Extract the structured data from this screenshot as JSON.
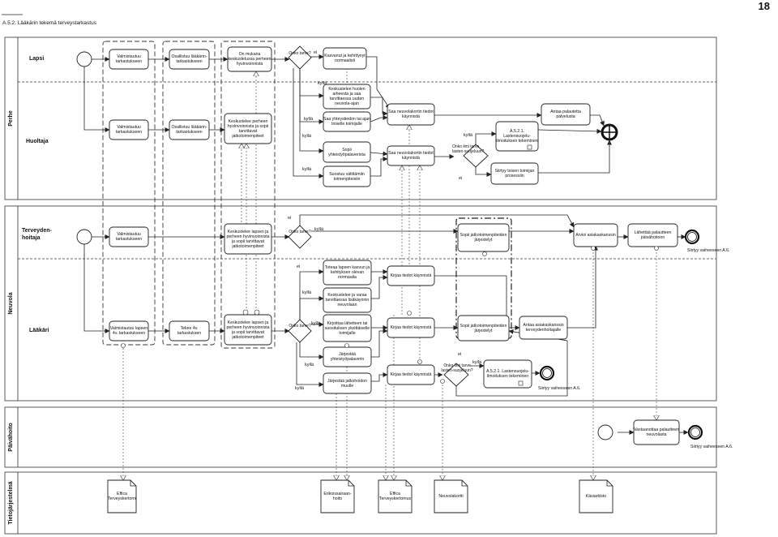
{
  "header": {
    "page_number": "18",
    "caption": "A.5.2. Lääkärin tekemä terveystarkastus"
  },
  "pools": {
    "perhe": "Perhe",
    "neuvola": "Neuvola",
    "paivahoito": "Päivähoito",
    "tietojarjestelma": "Tietojärjestelmä"
  },
  "lanes": {
    "lapsi": "Lapsi",
    "huoltaja": "Huoltaja",
    "terveydenhoitaja": "Terveyden-hoitaja",
    "laakari": "Lääkäri"
  },
  "tasks": {
    "lapsi_valmistautuu": "Valmistautuu tarkastukseen",
    "lapsi_osallistuu": "Osallistuu lääkärin-tarkastukseen",
    "lapsi_mukana": "On mukana keskustelussa perheen hyvinvoinnista",
    "kasvanut": "Kasvanut ja kehittynyt normaalisti",
    "huoltaja_valmistautuu": "Valmistautuu tarkastukseen",
    "huoltaja_osallistuu": "Osallistuu lääkärin-tarkastukseen",
    "huoltaja_keskustelee": "Keskustelee perheen hyvinvoinnista ja sopii tarvittavat jatkotoimenpiteet",
    "keskustelee_huolen": "Keskustelee huolen aiheesta ja saa tarvittaessa uuden neuvola-ajan",
    "saa_yhteystiedon": "Saa yhteystiedon tai ajan toiselle toimijalle",
    "sopii_yhteistyo": "Sopii yhteistyöpalaverista",
    "suostuu": "Suostuu välittämiin toimenpiteisiin",
    "saa_neuvola_1": "Saa neuvolakortin tiedot käynnistä",
    "saa_neuvola_2": "Saa neuvolakortin tiedot käynnistä",
    "antaa_palautetta": "Antaa palautetta palvelusta",
    "lastensuojelu_1": "A.5.2.1. Lastensuojelu-ilmoituksen tekeminen",
    "siirtyy_toisen": "Siirtyy toisen toimijan prosessiin",
    "th_valmistautuu": "Valmistautuu tarkastukseen",
    "th_keskustelee": "Keskustelee lapsen ja perheen hyvinvoinnista ja sopii tarvittavat jatkotoimenpiteet",
    "th_sopii": "Sopii jatkotoimenpiteiden järjestelyt",
    "arvioi": "Arvioi asiakaskanssin",
    "lahettaa": "Lähettää palautteen päivähoitoon",
    "laakari_valmistautuu": "Valmistautuu lapsen 4v. tarkastukseen",
    "tekee": "Tekee 4v. tarkastuksen",
    "laakari_keskustelee": "Keskustelee lapsen ja perheen hyvinvoinnista ja sopii tarvittavat jatkotoimenpiteet",
    "toteaa": "Toteaa lapsen kasvun ja kehityksen olevan normaalia",
    "keskustelee_varaa": "Keskustelee ja varaa tarvittaessa lisäkäynnin neuvolaan",
    "kirjoittaa": "Kirjoittaa lähetteen tai suosituksen yksittäiselle toimijalle",
    "jarjestaa_1": "Järjestää yhteistyöpalaverin",
    "jarjestaa_2": "Järjestää jatkohoidon muulle",
    "kirjaa_1": "Kirjaa tiedot käynnistä",
    "kirjaa_2": "Kirjaa tiedot käynnistä",
    "kirjaa_3": "Kirjaa tiedot käynnistä",
    "laakari_sopii": "Sopii jatkotoimenpiteiden järjestelyt",
    "antaa_asiakas": "Antaa asiakaskanssin terveydenhoitajalle",
    "lastensuojelu_2": "A.5.2.1. Lastensuojelu-ilmoituksen tekeminen",
    "vastaanottaa": "Vastaanottaa palautteen neuvolasta"
  },
  "gateways": {
    "huoltaja_huoli": "Onko tarve?",
    "huoltaja_ls": "Onko ilmi tarve lasten-suojeluun?",
    "th_huoli": "Onko tarve?",
    "laakari_huoli": "Onko tarve?",
    "laakari_ls": "Onko ilmi tarve lasten-suojeluun?"
  },
  "edge_labels": {
    "kylla": "kyllä",
    "ei": "ei"
  },
  "end_events": {
    "th_end": "Siirtyy vaiheeseen A.6.",
    "laakari_end": "Siirtyy vaiheeseen A.6.",
    "paivahoito_end": "Siirtyy vaiheeseen A.6."
  },
  "documents": {
    "effica_1": "Effica Terveyskertomus",
    "erikoissairaan": "Erikoissairaan-hoito",
    "effica_2": "Effica Terveyskertomus",
    "neuvolakortti": "Neuvolakortti",
    "kasiarkisto": "Käsiarkisto"
  },
  "colors": {
    "line": "#222222",
    "background": "#ffffff"
  }
}
